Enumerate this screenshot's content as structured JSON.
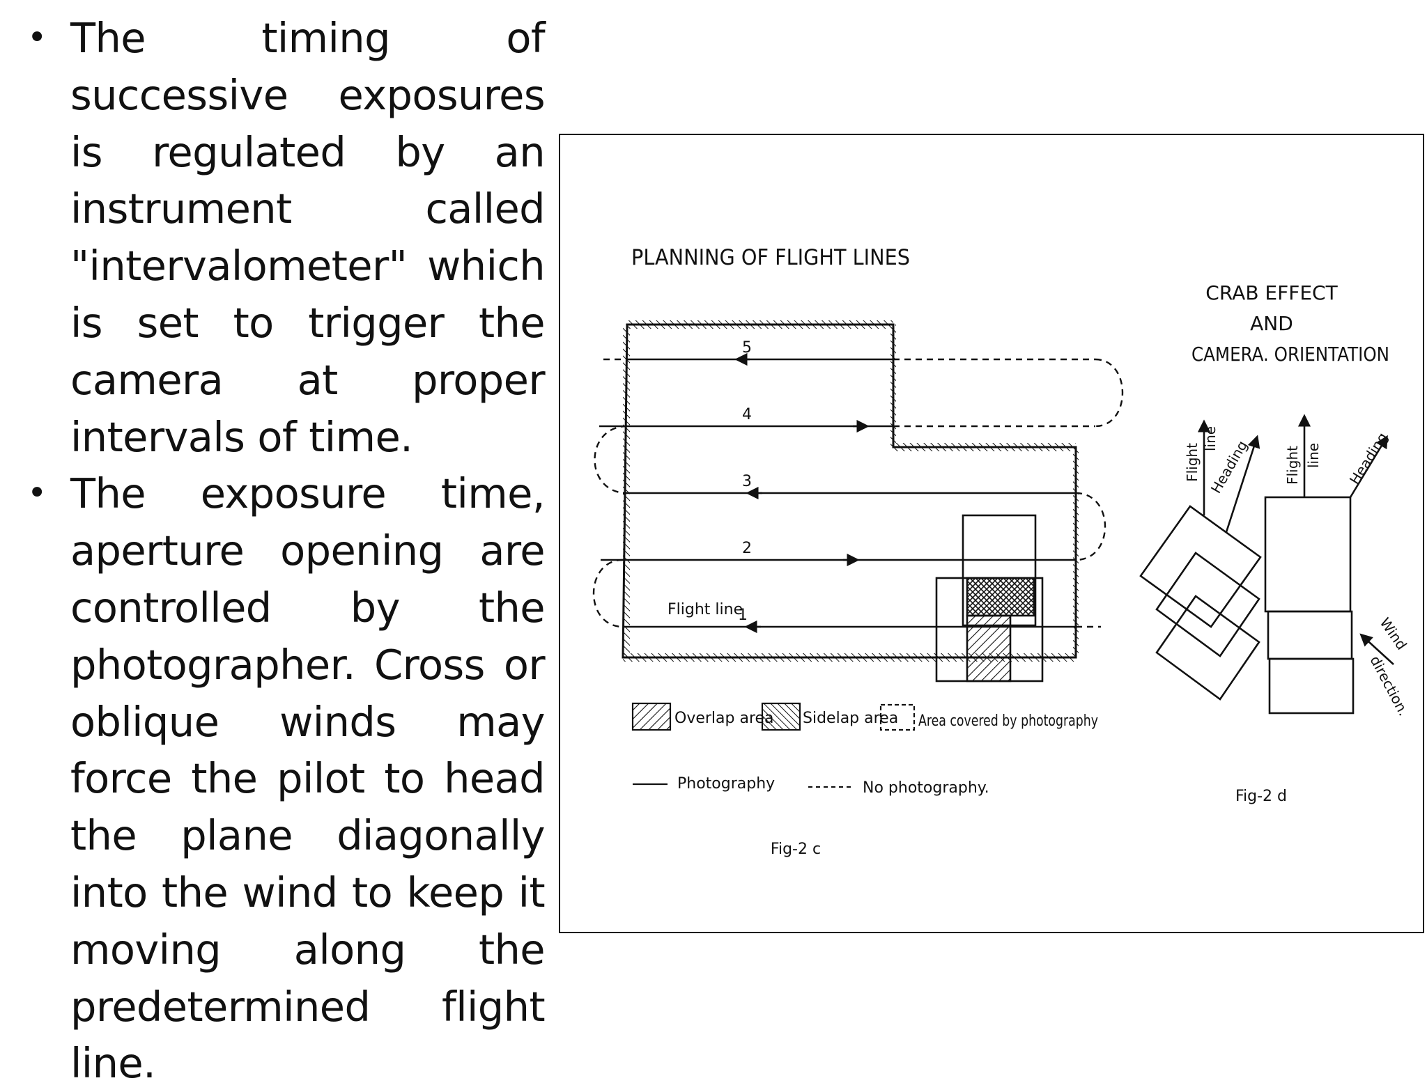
{
  "bullets": [
    "The timing of successive exposures is regulated by an instrument called \"intervalometer\" which is set to trigger the camera at proper intervals of time.",
    "The exposure time, aperture opening are controlled by the photographer. Cross or oblique winds may force the pilot to head the plane diagonally into the wind to keep it moving along the predetermined flight line."
  ],
  "bullet_glyph": "•",
  "figure": {
    "title_left": "PLANNING OF FLIGHT LINES",
    "title_right_1": "CRAB EFFECT",
    "title_right_2": "AND",
    "title_right_3": "CAMERA. ORIENTATION",
    "lines": [
      "5",
      "4",
      "3",
      "2",
      "1"
    ],
    "flight_line_label": "Flight line",
    "legend_overlap": "Overlap area",
    "legend_sidelap": "Sidelap area",
    "legend_covered": "Area covered by photography",
    "legend_photography": "Photography",
    "legend_no_photography": "No photography.",
    "fig_c": "Fig-2 c",
    "fig_d": "Fig-2 d",
    "flight_a": "Flight",
    "line_a": "line",
    "heading_a": "Heading",
    "flight_b": "Flight",
    "line_b": "line",
    "heading_b": "Heading",
    "wind": "Wind",
    "direction": "direction."
  }
}
